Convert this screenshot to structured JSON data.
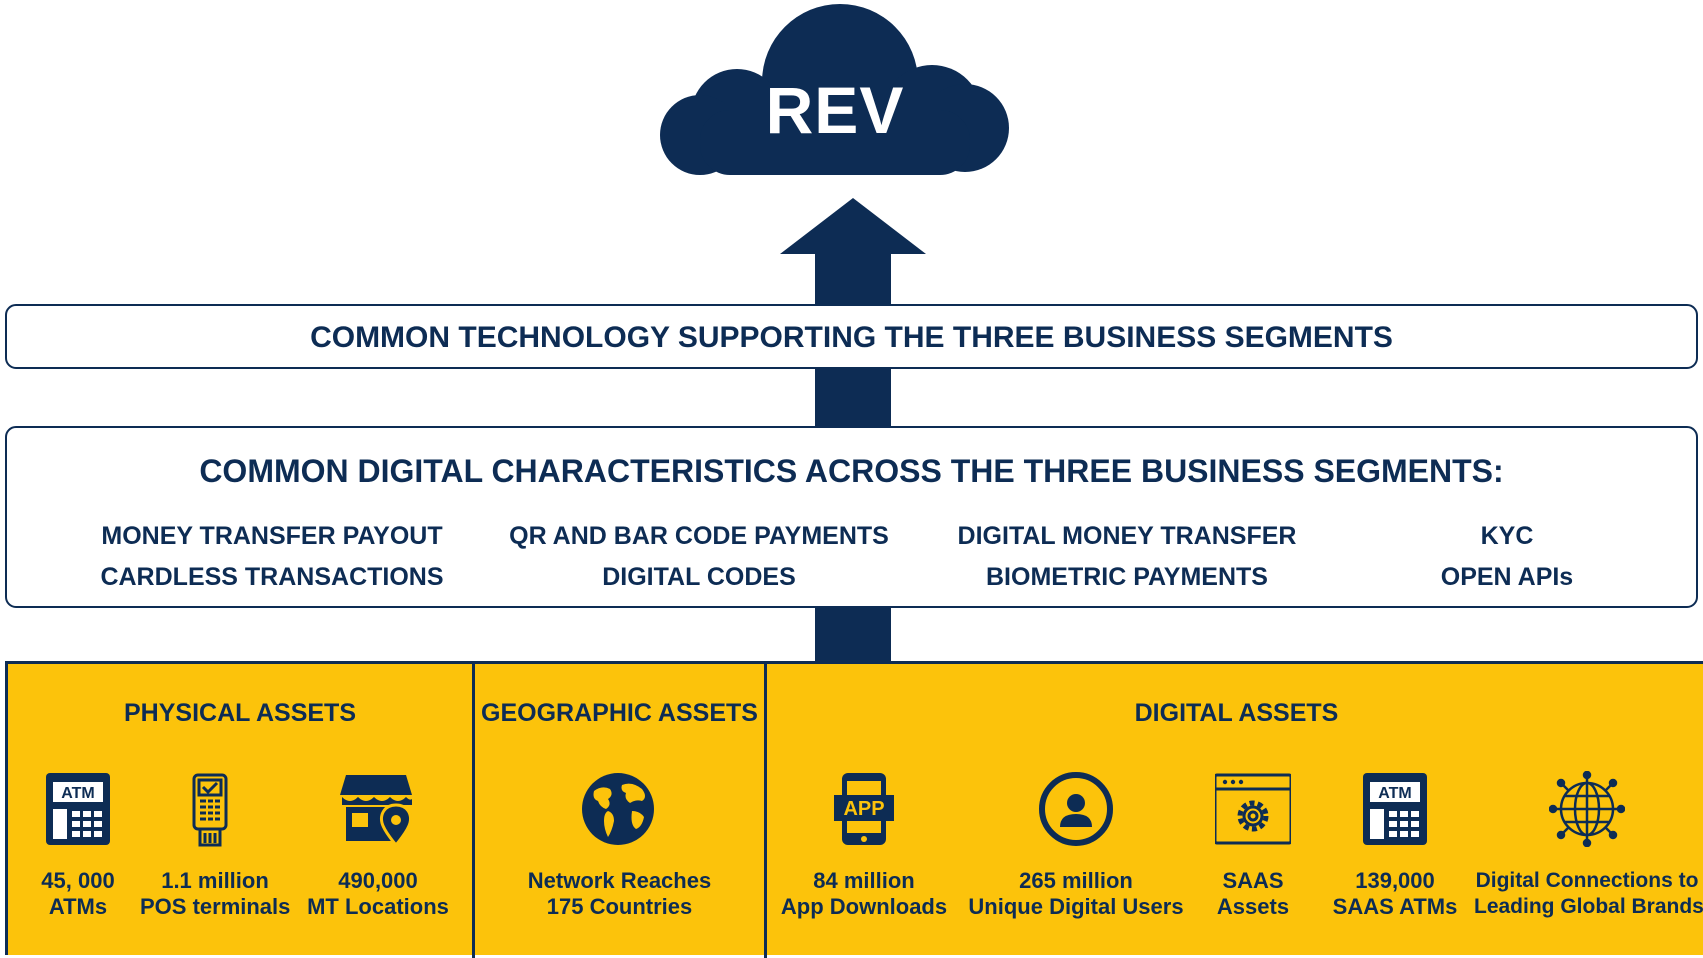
{
  "cloud": {
    "label": "REV"
  },
  "technology": {
    "title": "COMMON TECHNOLOGY SUPPORTING THE THREE BUSINESS SEGMENTS"
  },
  "characteristics": {
    "title": "COMMON DIGITAL CHARACTERISTICS ACROSS THE THREE BUSINESS SEGMENTS:",
    "columns": [
      [
        "MONEY TRANSFER PAYOUT",
        "CARDLESS TRANSACTIONS"
      ],
      [
        "QR AND BAR CODE PAYMENTS",
        "DIGITAL CODES"
      ],
      [
        "DIGITAL MONEY TRANSFER",
        "BIOMETRIC PAYMENTS"
      ],
      [
        "KYC",
        "OPEN APIs"
      ]
    ]
  },
  "segments": {
    "physical": {
      "title": "PHYSICAL ASSETS",
      "items": [
        {
          "icon": "atm-icon",
          "line1": "45, 000",
          "line2": "ATMs",
          "icon_text": "ATM"
        },
        {
          "icon": "pos-terminal-icon",
          "line1": "1.1 million",
          "line2": "POS terminals"
        },
        {
          "icon": "store-location-icon",
          "line1": "490,000",
          "line2": "MT Locations"
        }
      ]
    },
    "geographic": {
      "title": "GEOGRAPHIC ASSETS",
      "items": [
        {
          "icon": "globe-icon",
          "line1": "Network Reaches",
          "line2": "175 Countries"
        }
      ]
    },
    "digital": {
      "title": "DIGITAL ASSETS",
      "items": [
        {
          "icon": "app-phone-icon",
          "line1": "84 million",
          "line2": "App Downloads",
          "icon_text": "APP"
        },
        {
          "icon": "user-circle-icon",
          "line1": "265 million",
          "line2": "Unique Digital Users"
        },
        {
          "icon": "browser-gear-icon",
          "line1": "SAAS",
          "line2": "Assets"
        },
        {
          "icon": "atm-icon",
          "line1": "139,000",
          "line2": "SAAS ATMs",
          "icon_text": "ATM"
        },
        {
          "icon": "global-network-icon",
          "line1": "Digital Connections to",
          "line2": "Leading Global Brands"
        }
      ]
    }
  },
  "colors": {
    "navy": "#0d2c54",
    "yellow": "#fcc30b",
    "white": "#ffffff"
  }
}
